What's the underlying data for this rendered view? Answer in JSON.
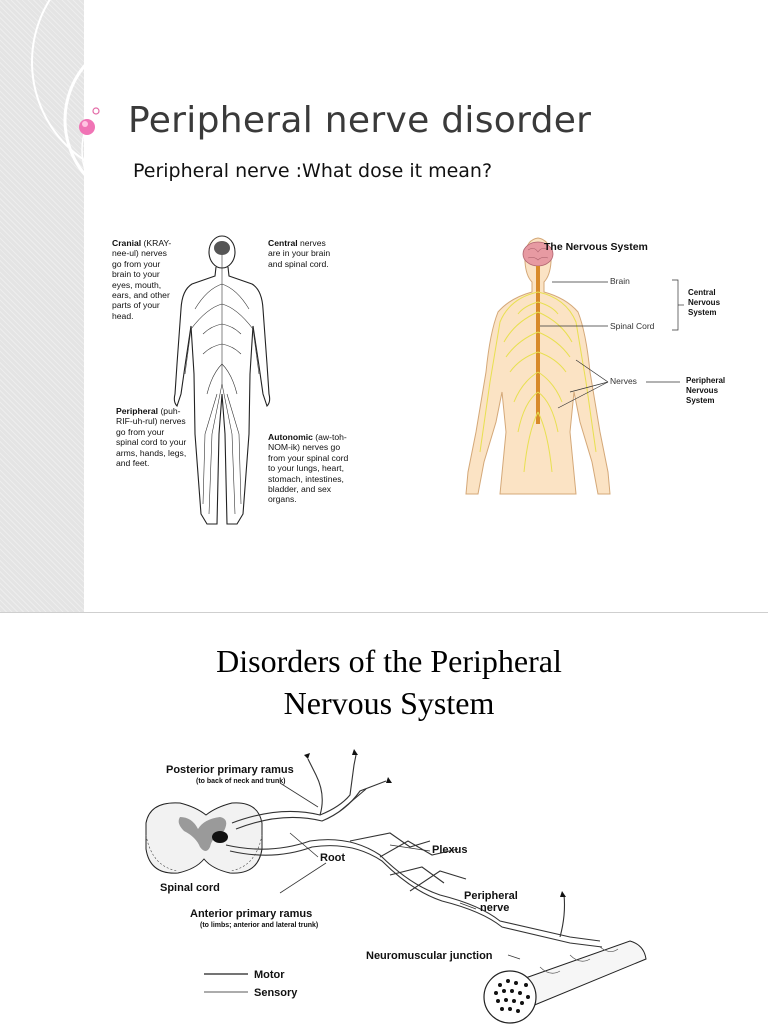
{
  "slide1": {
    "title": "Peripheral nerve disorder",
    "subtitle": "Peripheral nerve  :What dose it mean?",
    "left_figure": {
      "cranial": {
        "term": "Cranial",
        "text": "(KRAY-nee-ul) nerves go from your brain to your eyes, mouth, ears, and other parts of your head."
      },
      "central": {
        "term": "Central",
        "text": "nerves are in your brain and spinal cord."
      },
      "peripheral": {
        "term": "Peripheral",
        "text": "(puh-RIF-uh-rul) nerves go from your spinal cord to your arms, hands, legs, and feet."
      },
      "autonomic": {
        "term": "Autonomic",
        "text": "(aw-toh-NOM-ik) nerves go from your spinal cord to your lungs, heart, stomach, intestines, bladder, and sex organs."
      }
    },
    "right_figure": {
      "title": "The Nervous System",
      "brain": "Brain",
      "spinal_cord": "Spinal Cord",
      "nerves": "Nerves",
      "central_ns": "Central Nervous System",
      "peripheral_ns": "Peripheral Nervous System"
    }
  },
  "slide2": {
    "title_line1": "Disorders of  the Peripheral",
    "title_line2": "Nervous System",
    "figure": {
      "posterior": "Posterior primary ramus",
      "posterior_sub": "(to back of neck and trunk)",
      "plexus": "Plexus",
      "root": "Root",
      "spinal_cord": "Spinal cord",
      "anterior": "Anterior primary ramus",
      "anterior_sub": "(to limbs; anterior and lateral trunk)",
      "peripheral_nerve_1": "Peripheral",
      "peripheral_nerve_2": "nerve",
      "nmj": "Neuromuscular junction",
      "legend_motor": "Motor",
      "legend_sensory": "Sensory"
    }
  }
}
